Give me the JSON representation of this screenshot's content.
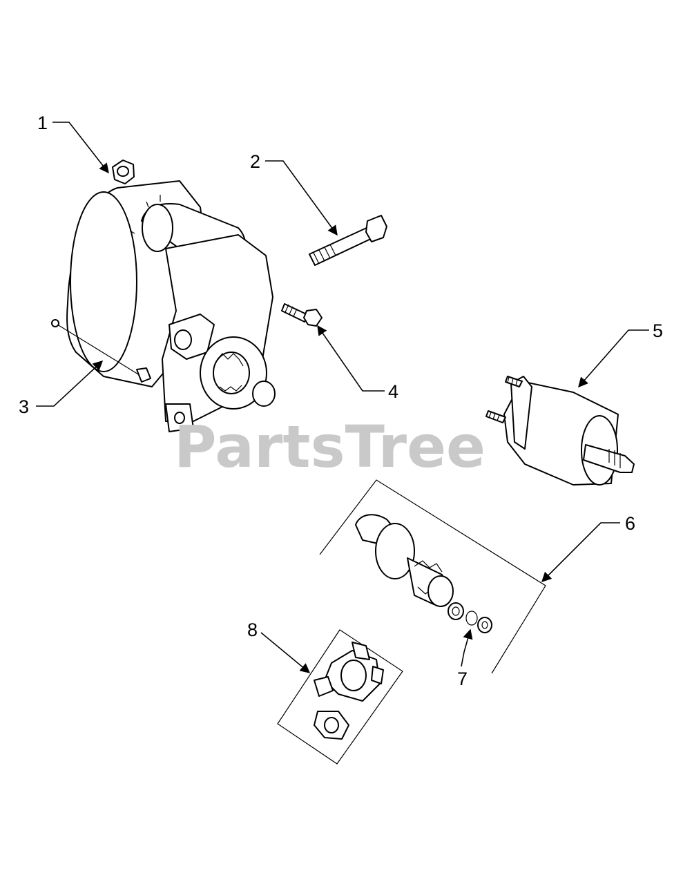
{
  "watermark": "PartsTree",
  "callouts": {
    "c1": "1",
    "c2": "2",
    "c3": "3",
    "c4": "4",
    "c5": "5",
    "c6": "6",
    "c7": "7",
    "c8": "8"
  }
}
